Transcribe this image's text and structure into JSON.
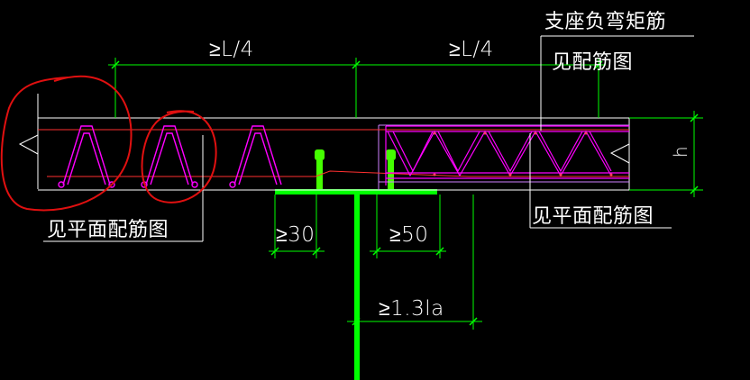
{
  "labels": {
    "dim_left": "≥L/4",
    "dim_right": "≥L/4",
    "support_title": "支座负弯矩筋",
    "see_rebar_top": "见配筋图",
    "see_plan_left": "见平面配筋图",
    "see_plan_right": "见平面配筋图",
    "dim_30": "≥30",
    "dim_50": "≥50",
    "dim_13la": "≥1.3la",
    "dim_h": "h"
  },
  "colors": {
    "background": "#000000",
    "text": "#ffffff",
    "dim_line": "#00ff00",
    "truss": "#ff00ff",
    "slab_edge": "#ffffff",
    "rebar_red": "#ff3030",
    "beam": "#00ff00",
    "markup_circle": "#e01010"
  }
}
